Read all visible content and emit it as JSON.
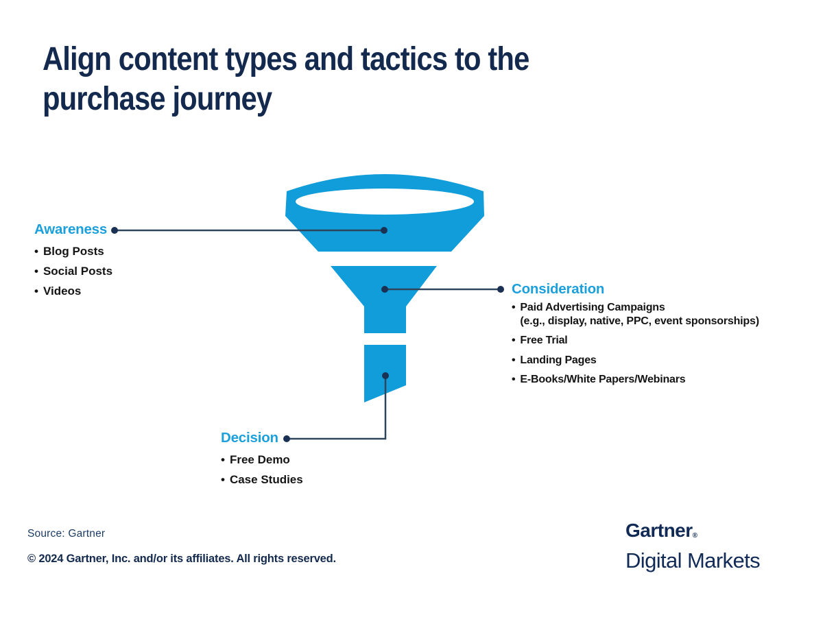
{
  "title": {
    "line1": "Align content types and tactics to the",
    "line2": "purchase journey"
  },
  "stages": [
    {
      "name": "Awareness",
      "items": [
        "Blog Posts",
        "Social Posts",
        "Videos"
      ]
    },
    {
      "name": "Consideration",
      "items": [
        {
          "line1": "Paid Advertising Campaigns",
          "line2": "(e.g., display, native, PPC, event sponsorships)"
        },
        "Free Trial",
        "Landing Pages",
        "E-Books/White Papers/Webinars"
      ]
    },
    {
      "name": "Decision",
      "items": [
        "Free Demo",
        "Case Studies"
      ]
    }
  ],
  "footer": {
    "source": "Source: Gartner",
    "copyright": "© 2024 Gartner, Inc. and/or its affiliates. All rights reserved."
  },
  "logo": {
    "brand": "Gartner",
    "registered": "®",
    "division": "Digital Markets"
  },
  "colors": {
    "title-navy": "#13294E",
    "funnel-blue": "#109DD9",
    "stage-blue": "#1BA0DC",
    "bullet-text": "#141414",
    "connector": "#2E455E",
    "connector-dot": "#1B3153",
    "source-text": "#1C3C64",
    "logo-navy": "#112A56"
  }
}
